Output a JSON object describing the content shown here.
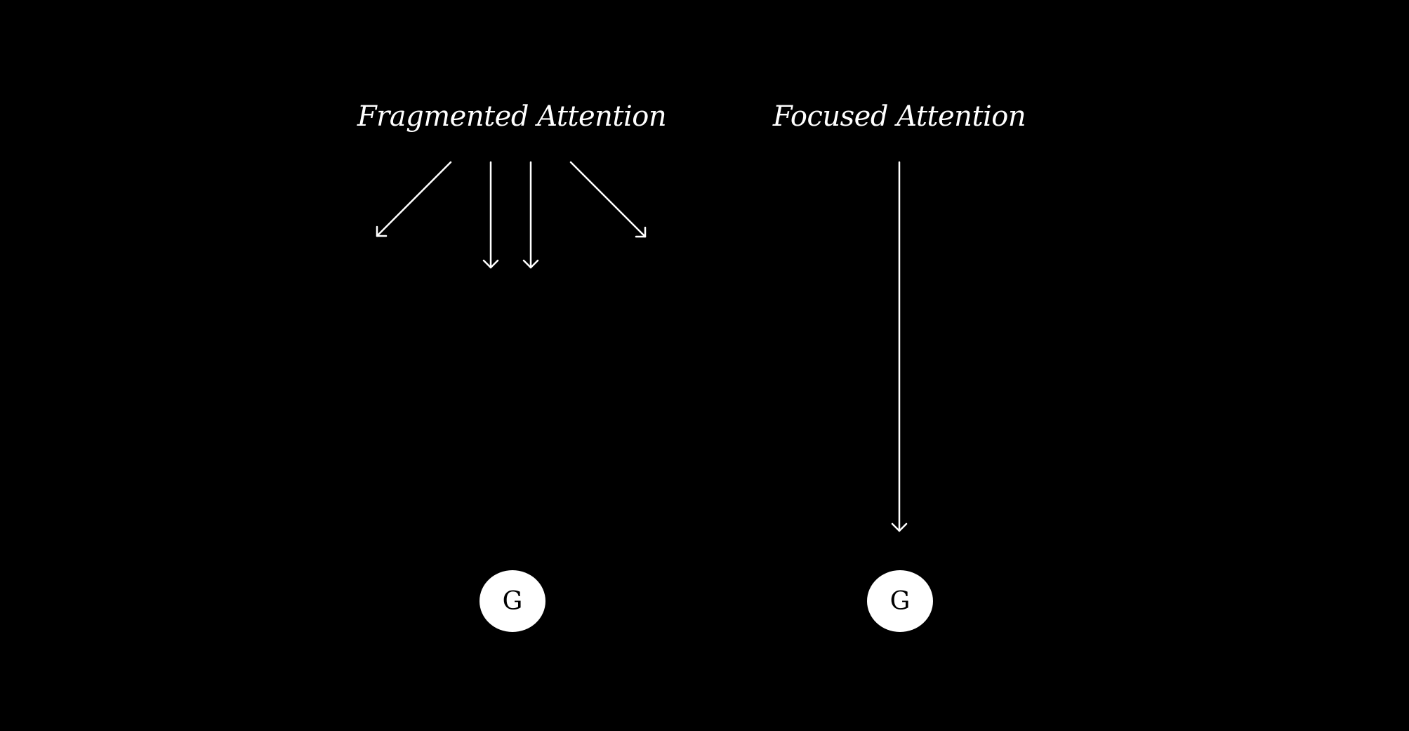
{
  "left_panel": {
    "heading": "Fragmented Attention",
    "goal_label": "G",
    "arrow_count": 4
  },
  "right_panel": {
    "heading": "Focused Attention",
    "goal_label": "G",
    "arrow_count": 1
  },
  "colors": {
    "background": "#000000",
    "foreground": "#ffffff"
  }
}
